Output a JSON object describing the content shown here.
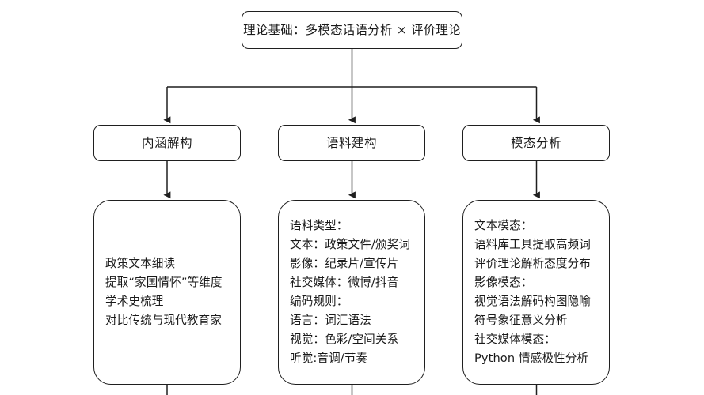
{
  "diagram": {
    "type": "flowchart",
    "orientation": "top-down",
    "background_color": "#ffffff",
    "stroke_color": "#1f1f1f",
    "text_color": "#1a1a1a",
    "title_node": {
      "label": "理论基础：多模态话语分析 × 评价理论"
    },
    "branches": [
      {
        "label": "内涵解构"
      },
      {
        "label": "语料建构"
      },
      {
        "label": "模态分析"
      }
    ],
    "details": {
      "left": {
        "lines": [
          "政策文本细读",
          "提取“家国情怀”等维度",
          "学术史梳理",
          "对比传统与现代教育家"
        ]
      },
      "middle": {
        "lines": [
          "语料类型：",
          "文本：政策文件/颁奖词",
          "影像：纪录片/宣传片",
          "社交媒体：微博/抖音",
          "编码规则：",
          "语言：词汇语法",
          "视觉：色彩/空间关系",
          "听觉:音调/节奏"
        ]
      },
      "right": {
        "lines": [
          "文本模态：",
          "语料库工具提取高频词",
          "评价理论解析态度分布",
          "影像模态：",
          "视觉语法解码构图隐喻",
          "符号象征意义分析",
          "社交媒体模态：",
          "Python 情感极性分析"
        ]
      }
    }
  }
}
